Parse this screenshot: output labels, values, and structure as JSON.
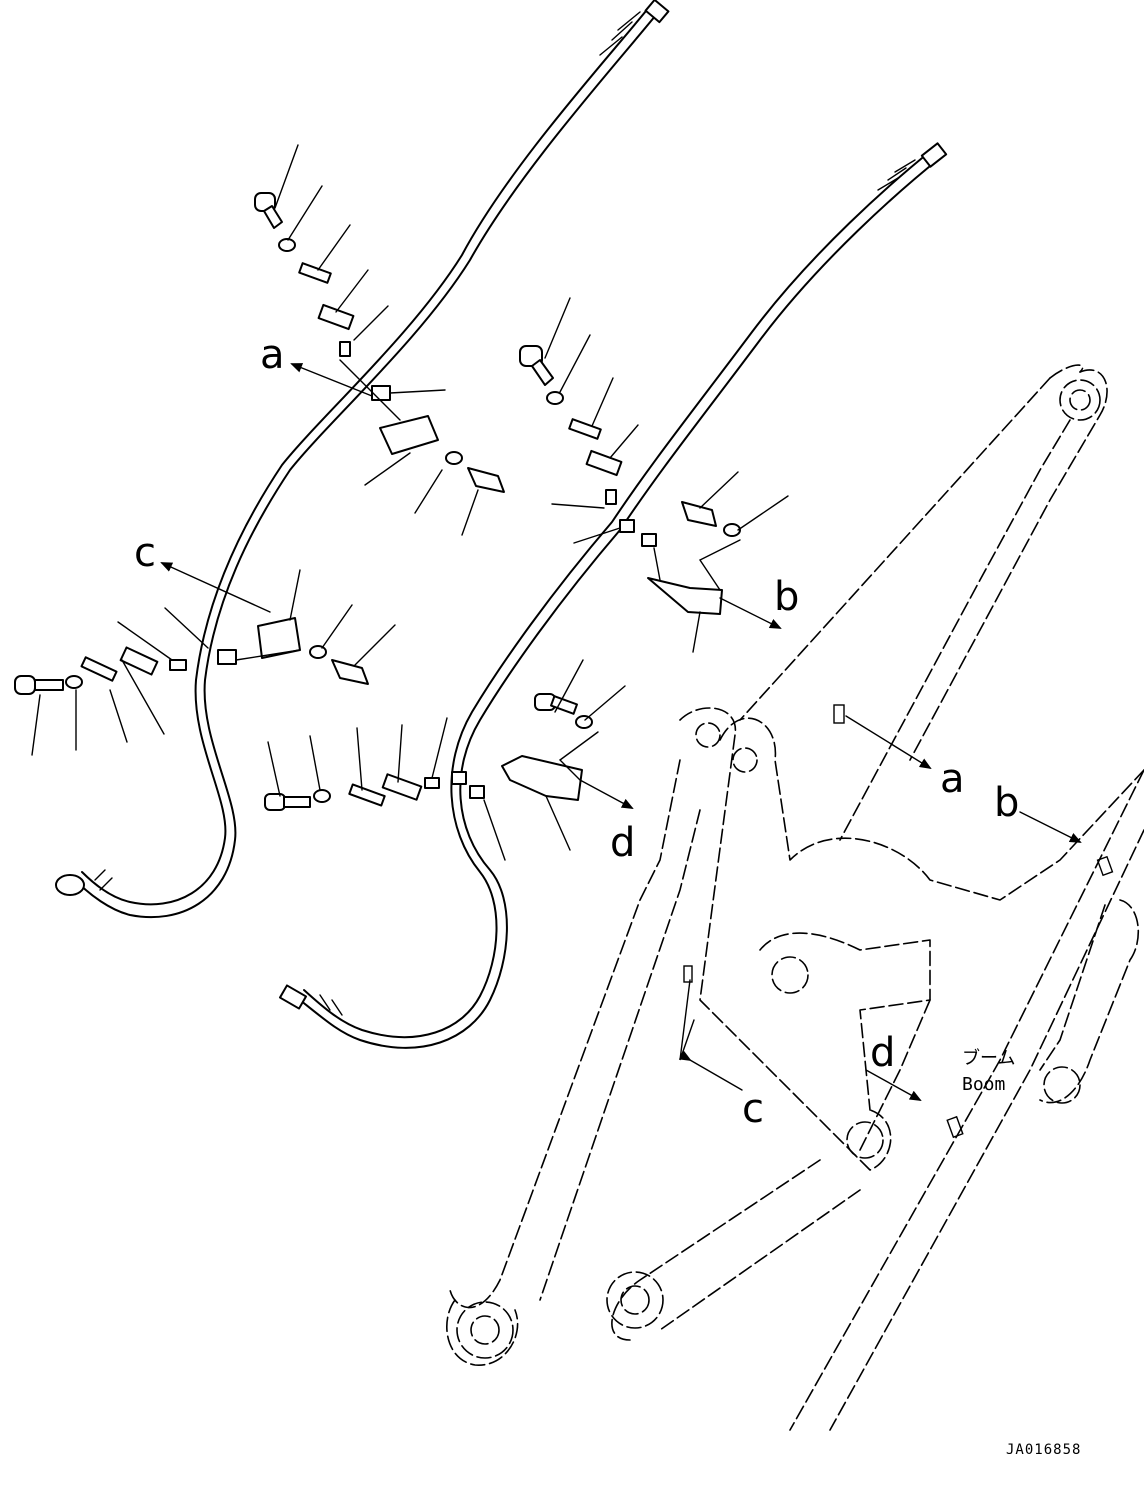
{
  "labels": {
    "a": "a",
    "b": "b",
    "c": "c",
    "d": "d",
    "boom_jp": "ブーム",
    "boom_en": "Boom",
    "drawing_no": "JA016858"
  }
}
